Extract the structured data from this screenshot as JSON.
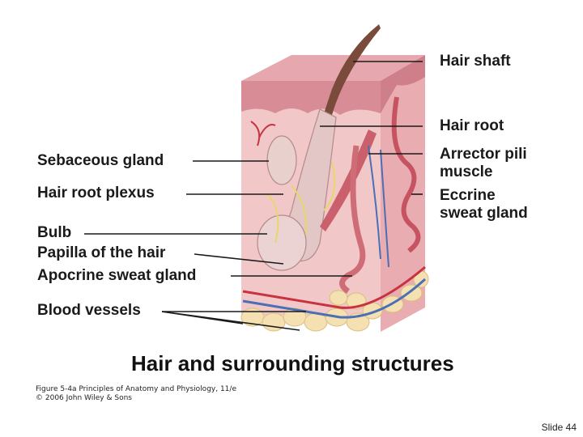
{
  "labels": {
    "hair_shaft": "Hair shaft",
    "hair_root": "Hair root",
    "arrector_line1": "Arrector pili",
    "arrector_line2": "muscle",
    "eccrine_line1": "Eccrine",
    "eccrine_line2": "sweat gland",
    "sebaceous": "Sebaceous gland",
    "hair_root_plexus": "Hair root plexus",
    "bulb": "Bulb",
    "papilla": "Papilla of the hair",
    "apocrine": "Apocrine sweat gland",
    "blood_vessels": "Blood vessels"
  },
  "title": "Hair and surrounding structures",
  "credit": {
    "line1": "Figure 5-4a  Principles of Anatomy and Physiology, 11/e",
    "line2": "© 2006 John Wiley & Sons"
  },
  "slide_number": "Slide 44",
  "colors": {
    "skin_front": "#f1c3c4",
    "skin_side": "#e9a9ad",
    "epidermis": "#d98b94",
    "fat": "#f3dfae",
    "artery": "#c8333f",
    "vein": "#4a6fb5",
    "nerve": "#e7d76b"
  }
}
